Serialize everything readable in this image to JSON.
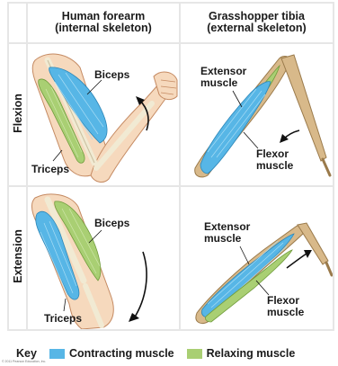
{
  "columns": {
    "left": "Human forearm\n(internal skeleton)",
    "right": "Grasshopper tibia\n(external skeleton)"
  },
  "rows": {
    "top": "Flexion",
    "bottom": "Extension"
  },
  "panels": {
    "human_flexion": {
      "biceps": "Biceps",
      "triceps": "Triceps"
    },
    "grass_flexion": {
      "extensor": "Extensor\nmuscle",
      "flexor": "Flexor\nmuscle"
    },
    "human_extension": {
      "biceps": "Biceps",
      "triceps": "Triceps"
    },
    "grass_extension": {
      "extensor": "Extensor\nmuscle",
      "flexor": "Flexor\nmuscle"
    }
  },
  "key": {
    "title": "Key",
    "contracting": "Contracting muscle",
    "relaxing": "Relaxing muscle"
  },
  "copyright": "© 2011 Pearson Education, Inc.",
  "colors": {
    "contracting": "#57b6e6",
    "relaxing": "#a9cf73",
    "skin": "#f6d9bd",
    "skin_line": "#c58a62",
    "bone": "#f1ead3",
    "leg": "#d8b98a",
    "grid": "#e6e6e6"
  }
}
